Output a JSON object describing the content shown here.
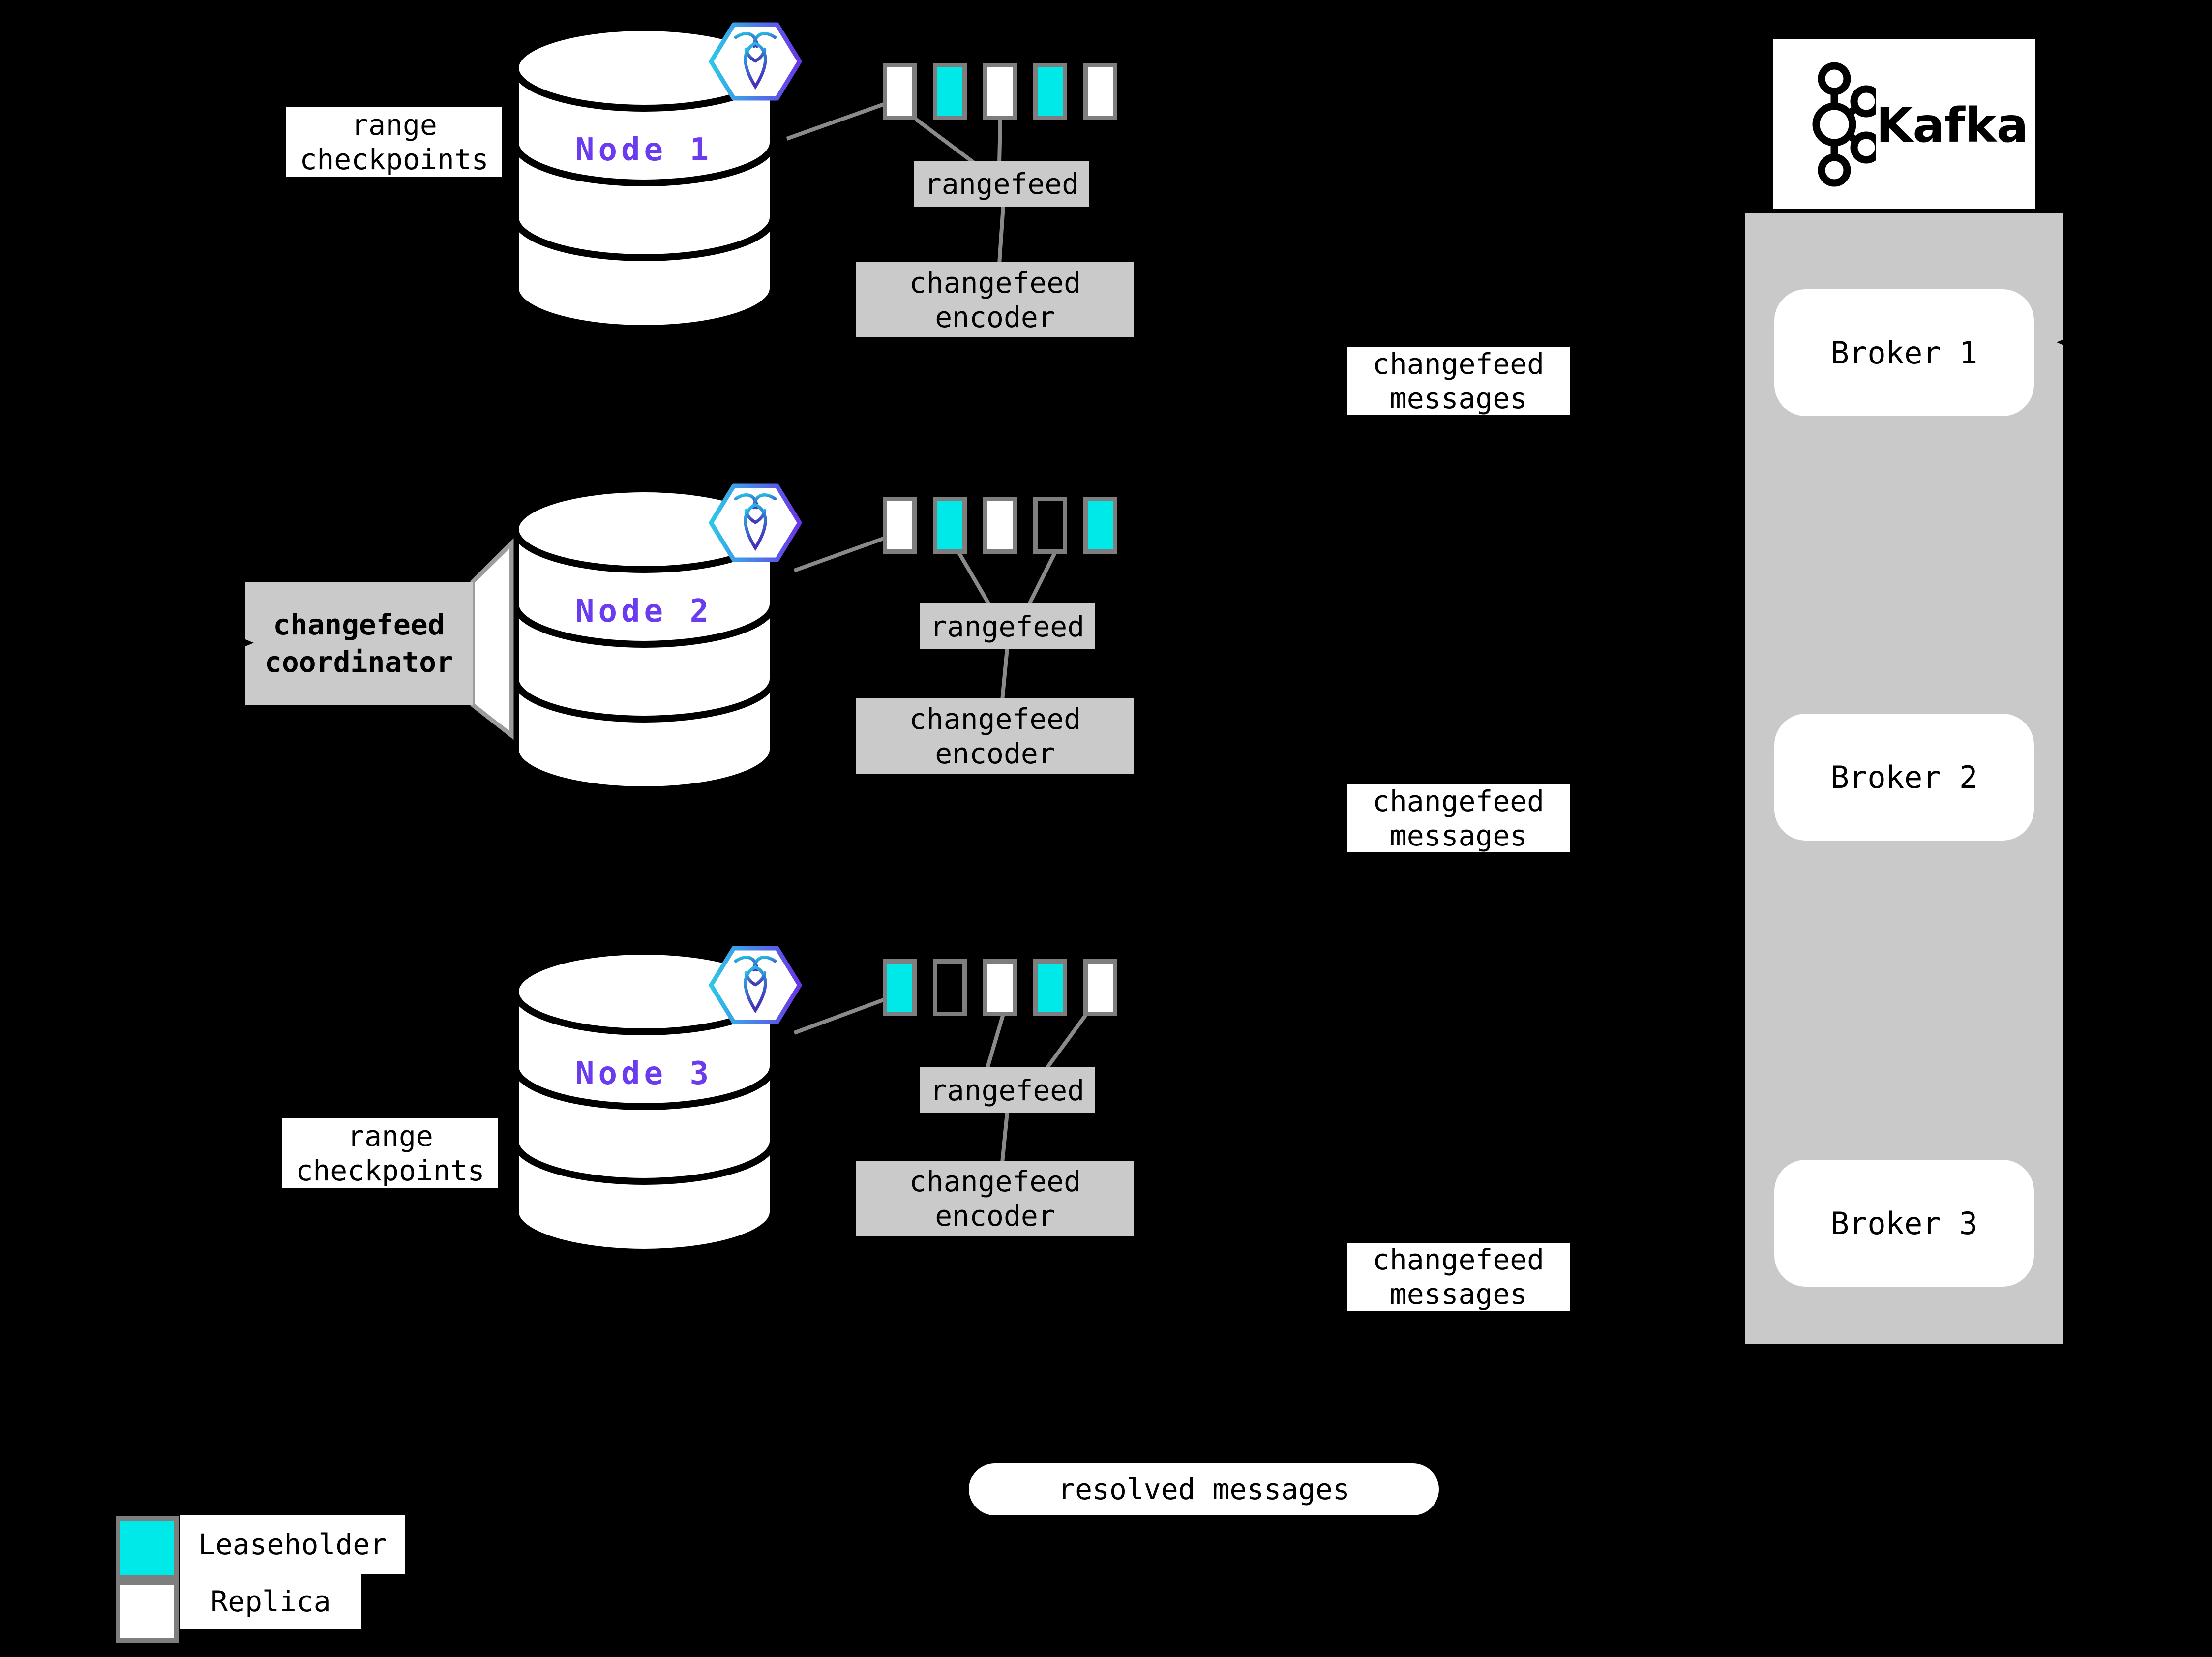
{
  "colors": {
    "background": "#000000",
    "leaseholder": "#00e9e9",
    "replica": "#ffffff",
    "node_label": "#6a3bef",
    "box_gray": "#cacaca",
    "kafka_panel_gray": "#c9c9c9",
    "connector_gray": "#8a8a8a",
    "square_border_gray": "#7e7e7e",
    "logo_gradient_start": "#2bc8e8",
    "logo_gradient_end": "#6a35e8"
  },
  "nodes": [
    {
      "label": "Node 1",
      "replicas": [
        "replica",
        "leaseholder",
        "replica",
        "leaseholder",
        "replica"
      ]
    },
    {
      "label": "Node 2",
      "replicas": [
        "replica",
        "leaseholder",
        "replica",
        "empty",
        "leaseholder"
      ]
    },
    {
      "label": "Node 3",
      "replicas": [
        "leaseholder",
        "empty",
        "replica",
        "leaseholder",
        "replica"
      ]
    }
  ],
  "labels": {
    "range_line1": "range",
    "range_line2": "checkpoints",
    "coordinator_line1": "changefeed",
    "coordinator_line2": "coordinator",
    "rangefeed": "rangefeed",
    "encoder_line1": "changefeed",
    "encoder_line2": "encoder",
    "messages_line1": "changefeed",
    "messages_line2": "messages",
    "resolved": "resolved messages"
  },
  "kafka": {
    "title": "Kafka",
    "brokers": [
      "Broker 1",
      "Broker 2",
      "Broker 3"
    ]
  },
  "legend": {
    "items": [
      {
        "kind": "leaseholder",
        "label": "Leaseholder"
      },
      {
        "kind": "replica",
        "label": "Replica"
      }
    ]
  },
  "icons": {
    "cockroachdb_logo": "cockroachdb-roach-in-hexagon",
    "kafka_logo": "kafka-circles-glyph",
    "arrowheads": "black-triangle-arrowheads"
  }
}
